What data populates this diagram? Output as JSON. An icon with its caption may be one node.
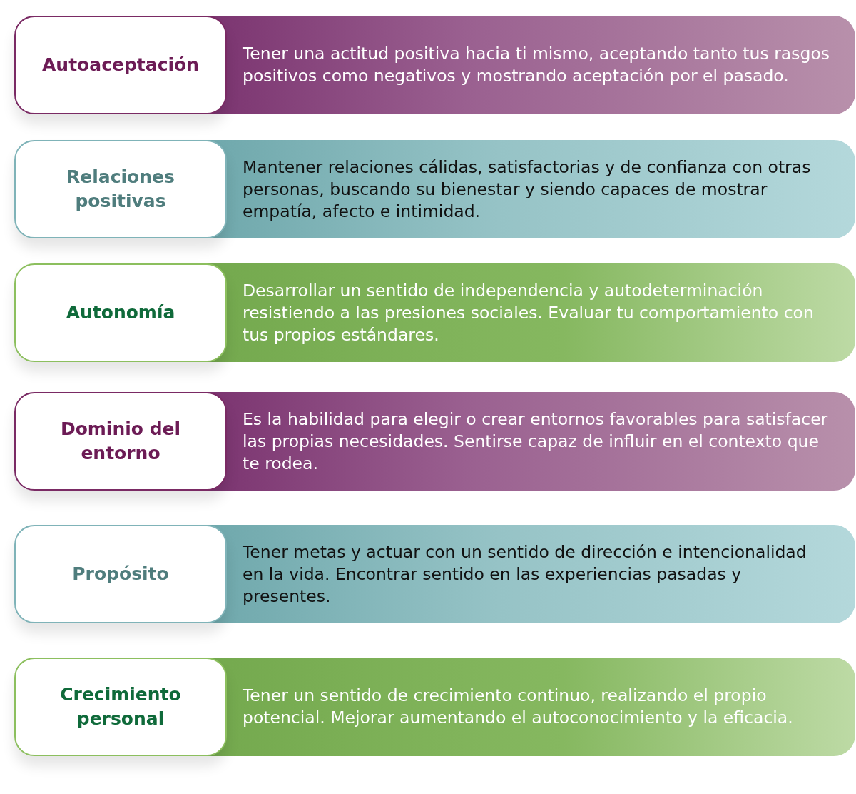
{
  "diagram": {
    "nodes": [
      {
        "text": [
          "Autoaceptación"
        ]
      },
      {
        "text": [
          "Tener una actitud positiva hacia ti mismo, aceptando tanto tus rasgos positivos como negativos y mostrando aceptación por el pasado."
        ]
      },
      {
        "text": [
          "Relaciones positivas"
        ]
      },
      {
        "text": [
          "Mantener relaciones cálidas, satisfactorias y de confianza con otras personas, buscando su bienestar y siendo capaces de mostrar empatía, afecto e intimidad."
        ]
      },
      {
        "text": [
          "Autonomía"
        ]
      },
      {
        "text": [
          "Desarrollar un sentido de independencia y autodeterminación resistiendo a las presiones sociales. Evaluar tu comportamiento con tus propios estándares."
        ]
      },
      {
        "text": [
          "Dominio del entorno"
        ]
      },
      {
        "text": [
          "Es la habilidad para elegir o crear entornos favorables para satisfacer las propias necesidades. Sentirse capaz de influir en el contexto que te rodea."
        ]
      },
      {
        "text": [
          "Propósito"
        ]
      },
      {
        "text": [
          "Tener metas y actuar con un sentido de dirección e intencionalidad en la vida. Encontrar sentido en las experiencias pasadas y presentes."
        ]
      },
      {
        "text": [
          "Crecimiento personal"
        ]
      },
      {
        "text": [
          "Tener un sentido de crecimiento continuo, realizando el propio potencial. Mejorar aumentando el autoconocimiento y la eficacia."
        ]
      }
    ]
  }
}
